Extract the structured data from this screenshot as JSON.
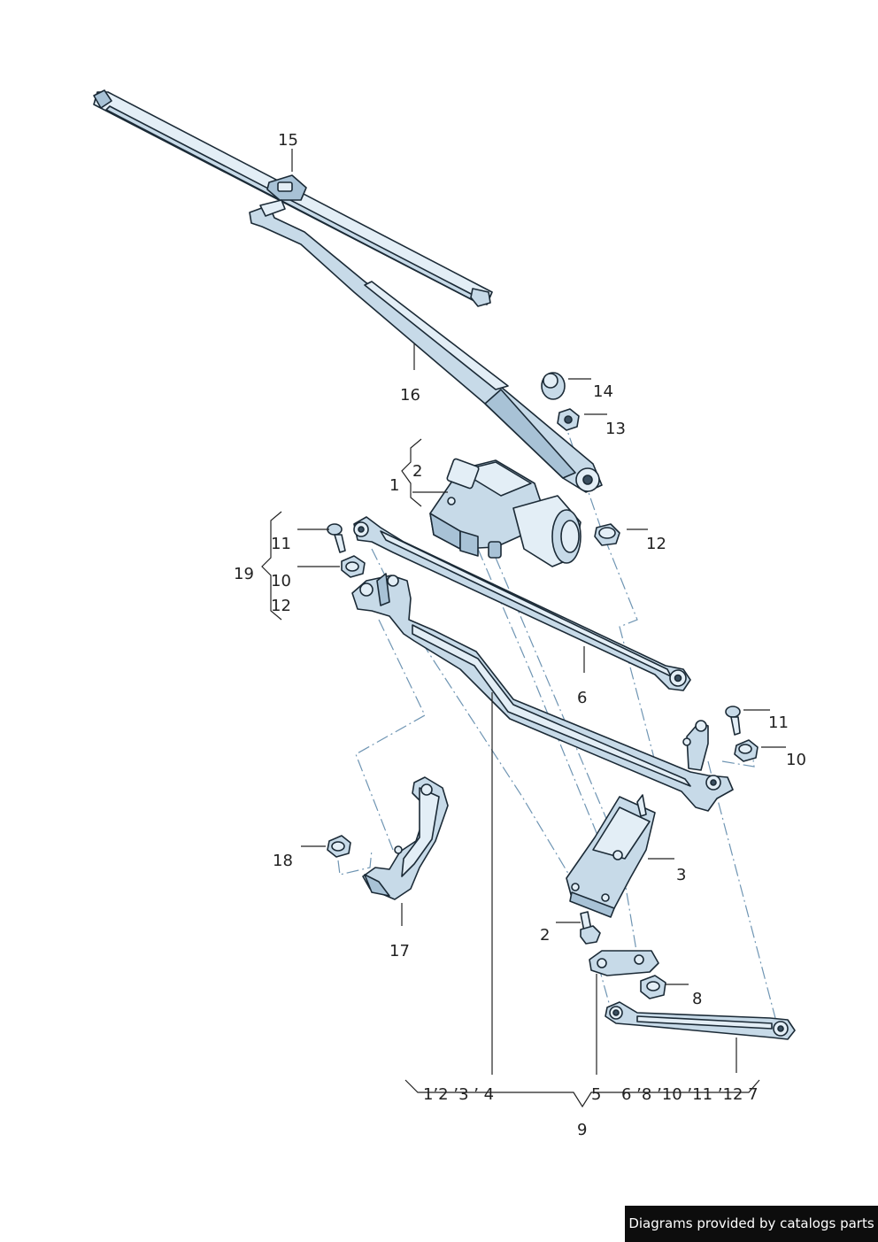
{
  "parts": {
    "p1": "1",
    "p2": "2",
    "p2b": "2",
    "p3": "3",
    "p6": "6",
    "p8": "8",
    "p9": "9",
    "p10a": "10",
    "p10b": "10",
    "p11a": "11",
    "p11b": "11",
    "p12a": "12",
    "p12b": "12",
    "p13": "13",
    "p14": "14",
    "p15": "15",
    "p16": "16",
    "p17": "17",
    "p18": "18",
    "p19": "19"
  },
  "bottom_group": {
    "left": "1’2 ’3 ’  4",
    "middle": "5",
    "right": "6 ’8 ’10 ’11 ’12 7"
  },
  "credit": "Diagrams provided by catalogs parts",
  "colors": {
    "part_fill_light": "#e3eef6",
    "part_fill_mid": "#c7dae8",
    "part_outline": "#1b2a36",
    "dash_line": "#6f95b3",
    "credit_bg": "#0d0d0d"
  }
}
